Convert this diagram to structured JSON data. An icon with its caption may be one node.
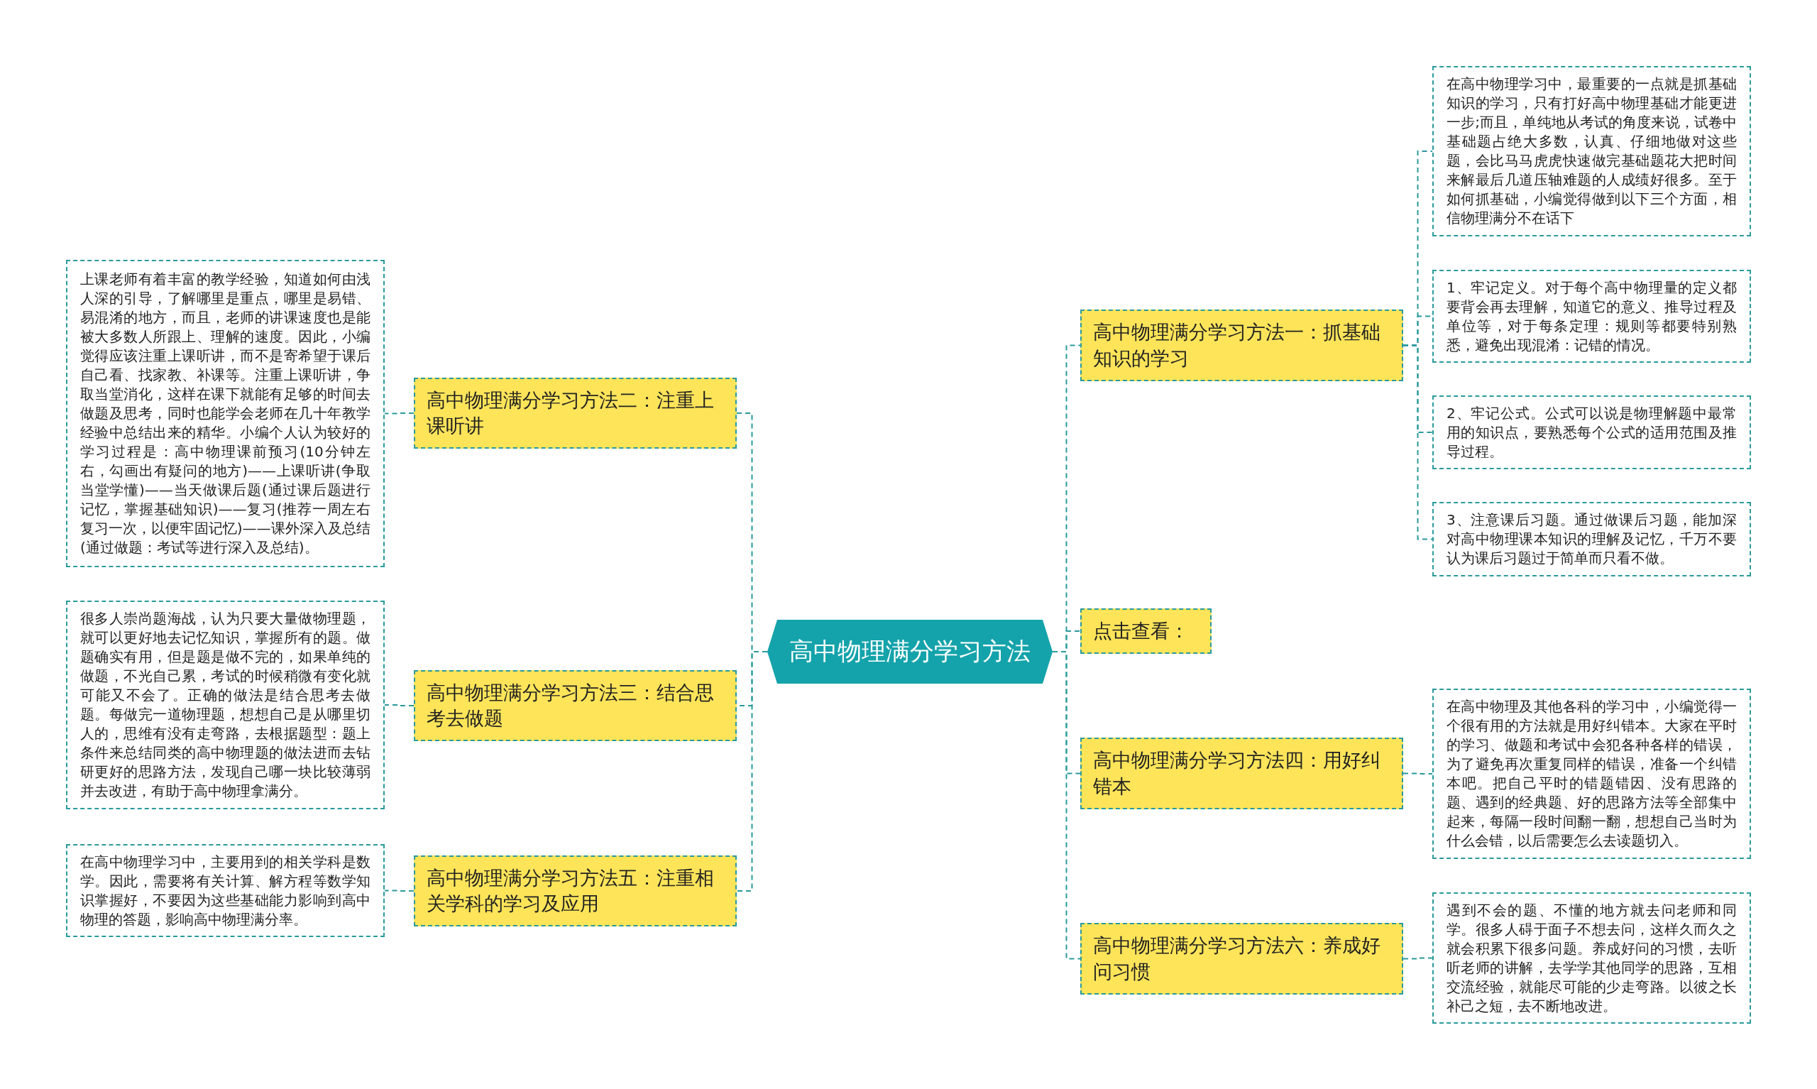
{
  "diagram": {
    "nodes": [
      {
        "text": [
          "高中物理满分学习方法"
        ]
      },
      {
        "text": [
          "高中物理满分学习方法二：注重上课听讲"
        ]
      },
      {
        "text": [
          "上课老师有着丰富的教学经验，知道如何由浅人深的引导，了解哪里是重点，哪里是易错、易混淆的地方，而且，老师的讲课速度也是能被大多数人所跟上、理解的速度。因此，小编觉得应该注重上课听讲，而不是寄希望于课后自己看、找家教、补课等。注重上课听讲，争取当堂消化，这样在课下就能有足够的时间去做题及思考，同时也能学会老师在几十年教学经验中总结出来的精华。小编个人认为较好的学习过程是：高中物理课前预习(10分钟左右，勾画出有疑问的地方)——上课听讲(争取当堂学懂)——当天做课后题(通过课后题进行记忆，掌握基础知识)——复习(推荐一周左右复习一次，以便牢固记忆)——课外深入及总结(通过做题：考试等进行深入及总结)。"
        ]
      },
      {
        "text": [
          "高中物理满分学习方法三：结合思考去做题"
        ]
      },
      {
        "text": [
          "很多人崇尚题海战，认为只要大量做物理题，就可以更好地去记忆知识，掌握所有的题。做题确实有用，但是题是做不完的，如果单纯的做题，不光自己累，考试的时候稍微有变化就可能又不会了。正确的做法是结合思考去做题。每做完一道物理题，想想自己是从哪里切人的，思维有没有走弯路，去根据题型：题上条件来总结同类的高中物理题的做法进而去钻研更好的思路方法，发现自己哪一块比较薄弱并去改进，有助于高中物理拿满分。"
        ]
      },
      {
        "text": [
          "高中物理满分学习方法五：注重相关学科的学习及应用"
        ]
      },
      {
        "text": [
          "在高中物理学习中，主要用到的相关学科是数学。因此，需要将有关计算、解方程等数学知识掌握好，不要因为这些基础能力影响到高中物理的答题，影响高中物理满分率。"
        ]
      },
      {
        "text": [
          "高中物理满分学习方法一：抓基础知识的学习"
        ]
      },
      {
        "text": [
          "在高中物理学习中，最重要的一点就是抓基础知识的学习，只有打好高中物理基础才能更进一步;而且，单纯地从考试的角度来说，试卷中基础题占绝大多数，认真、仔细地做对这些题，会比马马虎虎快速做完基础题花大把时间来解最后几道压轴难题的人成绩好很多。至于如何抓基础，小编觉得做到以下三个方面，相信物理满分不在话下"
        ]
      },
      {
        "text": [
          "1、牢记定义。对于每个高中物理量的定义都要背会再去理解，知道它的意义、推导过程及单位等，对于每条定理：规则等都要特别熟悉，避免出现混淆：记错的情况。"
        ]
      },
      {
        "text": [
          "2、牢记公式。公式可以说是物理解题中最常用的知识点，要熟悉每个公式的适用范围及推导过程。"
        ]
      },
      {
        "text": [
          "3、注意课后习题。通过做课后习题，能加深对高中物理课本知识的理解及记忆，千万不要认为课后习题过于简单而只看不做。"
        ]
      },
      {
        "text": [
          "点击查看："
        ]
      },
      {
        "text": [
          "高中物理满分学习方法四：用好纠错本"
        ]
      },
      {
        "text": [
          "在高中物理及其他各科的学习中，小编觉得一个很有用的方法就是用好纠错本。大家在平时的学习、做题和考试中会犯各种各样的错误，为了避免再次重复同样的错误，准备一个纠错本吧。把自己平时的错题错因、没有思路的题、遇到的经典题、好的思路方法等全部集中起来，每隔一段时间翻一翻，想想自己当时为什么会错，以后需要怎么去读题切入。"
        ]
      },
      {
        "text": [
          "高中物理满分学习方法六：养成好问习惯"
        ]
      },
      {
        "text": [
          "遇到不会的题、不懂的地方就去问老师和同学。很多人碍于面子不想去问，这样久而久之就会积累下很多问题。养成好问的习惯，去听听老师的讲解，去学学其他同学的思路，互相交流经验，就能尽可能的少走弯路。以彼之长补己之短，去不断地改进。"
        ]
      }
    ],
    "edges": [
      {
        "from": 0,
        "to": 1,
        "arrow": "none"
      },
      {
        "from": 1,
        "to": 2,
        "arrow": "none"
      },
      {
        "from": 0,
        "to": 3,
        "arrow": "none"
      },
      {
        "from": 3,
        "to": 4,
        "arrow": "none"
      },
      {
        "from": 0,
        "to": 5,
        "arrow": "none"
      },
      {
        "from": 5,
        "to": 6,
        "arrow": "none"
      },
      {
        "from": 0,
        "to": 7,
        "arrow": "none"
      },
      {
        "from": 7,
        "to": 8,
        "arrow": "none"
      },
      {
        "from": 7,
        "to": 9,
        "arrow": "none"
      },
      {
        "from": 7,
        "to": 10,
        "arrow": "none"
      },
      {
        "from": 7,
        "to": 11,
        "arrow": "none"
      },
      {
        "from": 0,
        "to": 12,
        "arrow": "none"
      },
      {
        "from": 0,
        "to": 13,
        "arrow": "none"
      },
      {
        "from": 13,
        "to": 14,
        "arrow": "none"
      },
      {
        "from": 0,
        "to": 15,
        "arrow": "none"
      },
      {
        "from": 15,
        "to": 16,
        "arrow": "none"
      }
    ]
  }
}
